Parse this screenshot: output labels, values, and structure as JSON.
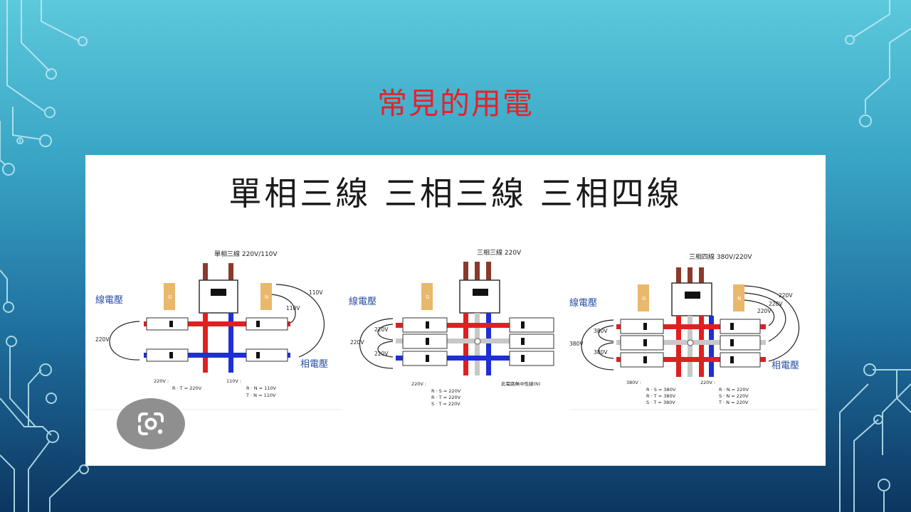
{
  "slide": {
    "title": "常見的用電"
  },
  "figure": {
    "heading": "單相三線 三相三線 三相四線",
    "panel1": {
      "title": "單相三線 220V/110V",
      "line_voltage_label": "線電壓",
      "phase_voltage_label": "相電壓",
      "loop_left": "220V",
      "loop_right_top": "110V",
      "loop_right_bottom": "110V",
      "breaker_left_tag": "G",
      "breaker_right_tag": "N",
      "summary_left_head": "220V :",
      "summary_left_1": "R · T = 220V",
      "summary_right_head": "110V :",
      "summary_right_1": "R · N = 110V",
      "summary_right_2": "T · N = 110V"
    },
    "panel2": {
      "title": "三相三線 220V",
      "line_voltage_label": "線電壓",
      "loop_1": "220V",
      "loop_2": "220V",
      "loop_3": "220V",
      "tag": "G",
      "summary_head": "220V :",
      "summary_1": "R · S = 220V",
      "summary_2": "R · T = 220V",
      "summary_3": "S · T = 220V",
      "note": "此電路無中性線(N)"
    },
    "panel3": {
      "title": "三相四線 380V/220V",
      "line_voltage_label": "線電壓",
      "phase_voltage_label": "相電壓",
      "loop_1": "380V",
      "loop_2": "380V",
      "loop_3": "380V",
      "loop_r1": "220V",
      "loop_r2": "220V",
      "loop_r3": "220V",
      "tag_left": "G",
      "tag_right": "N",
      "summary_left_head": "380V :",
      "summary_left_1": "R · S = 380V",
      "summary_left_2": "R · T = 380V",
      "summary_left_3": "S · T = 380V",
      "summary_right_head": "220V :",
      "summary_right_1": "R · N = 220V",
      "summary_right_2": "S · N = 220V",
      "summary_right_3": "T · N = 220V"
    }
  },
  "icons": {
    "lens": "google-lens-icon"
  },
  "colors": {
    "title_red": "#e8202a",
    "wire_red": "#e02020",
    "wire_blue": "#1e2fd6",
    "wire_gray": "#c8c8c8",
    "wire_brown": "#8b3a2a",
    "breaker_tan": "#e9b86a",
    "label_blue": "#2b4fa3"
  }
}
